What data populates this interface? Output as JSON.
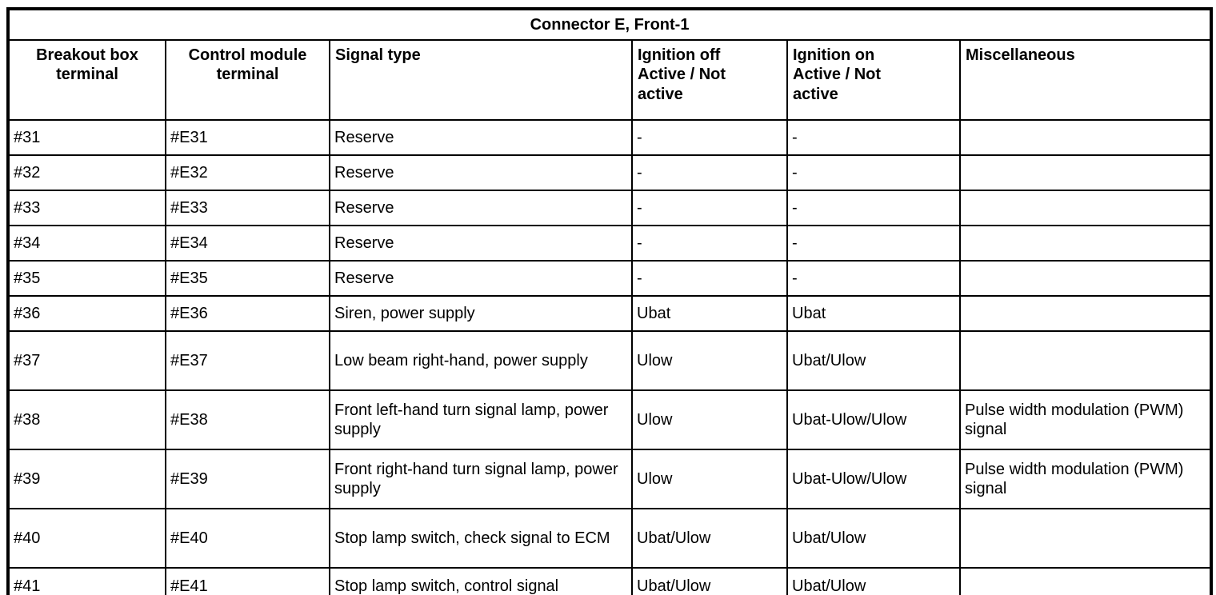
{
  "table": {
    "title": "Connector E, Front-1",
    "columns": [
      "Breakout box\nterminal",
      "Control module\nterminal",
      "Signal type",
      "Ignition off\nActive / Not\nactive",
      "Ignition on\nActive / Not\nactive",
      "Miscellaneous"
    ],
    "rows": [
      [
        "#31",
        "#E31",
        "Reserve",
        "-",
        "-",
        ""
      ],
      [
        "#32",
        "#E32",
        "Reserve",
        "-",
        "-",
        ""
      ],
      [
        "#33",
        "#E33",
        "Reserve",
        "-",
        "-",
        ""
      ],
      [
        "#34",
        "#E34",
        "Reserve",
        "-",
        "-",
        ""
      ],
      [
        "#35",
        "#E35",
        "Reserve",
        "-",
        "-",
        ""
      ],
      [
        "#36",
        "#E36",
        "Siren, power supply",
        "Ubat",
        "Ubat",
        ""
      ],
      [
        "#37",
        "#E37",
        "Low beam right-hand, power supply",
        "Ulow",
        "Ubat/Ulow",
        ""
      ],
      [
        "#38",
        "#E38",
        "Front left-hand turn signal lamp, power supply",
        "Ulow",
        "Ubat-Ulow/Ulow",
        "Pulse width modulation (PWM) signal"
      ],
      [
        "#39",
        "#E39",
        "Front right-hand turn signal lamp, power supply",
        "Ulow",
        "Ubat-Ulow/Ulow",
        "Pulse width modulation (PWM) signal"
      ],
      [
        "#40",
        "#E40",
        "Stop lamp switch, check signal to ECM",
        "Ubat/Ulow",
        "Ubat/Ulow",
        ""
      ],
      [
        "#41",
        "#E41",
        "Stop lamp switch, control signal",
        "Ubat/Ulow",
        "Ubat/Ulow",
        ""
      ]
    ]
  }
}
